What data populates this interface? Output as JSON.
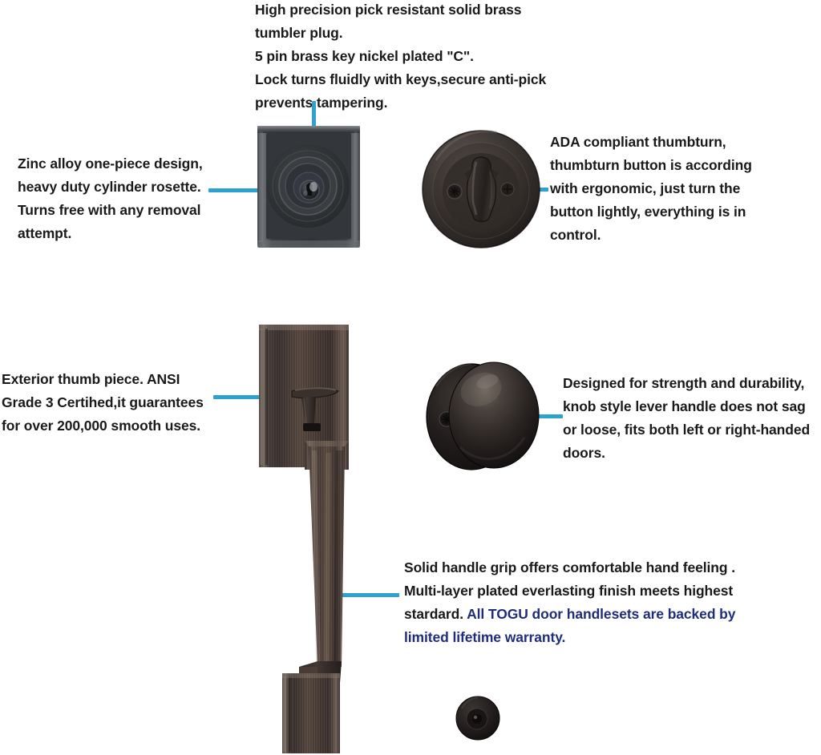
{
  "page": {
    "title": "TOGU door handleset product feature callouts",
    "background_color": "#ffffff",
    "callout_line_color": "#2DA0D4",
    "body_text_color": "#1a1a1a",
    "highlight_text_color": "#1F2D7B"
  },
  "callouts": {
    "cylinder_top": {
      "text": "High precision pick resistant solid brass tumbler plug. 5 pin brass key nickel plated \"C\". Lock turns fluidly with keys,secure anti-pick prevents tampering.",
      "lines": [
        "High precision pick resistant solid brass",
        "tumbler plug.",
        "5 pin brass key nickel plated \"C\".",
        "Lock turns fluidly with keys,secure anti-pick",
        "prevents tampering."
      ]
    },
    "rosette": {
      "text": "Zinc alloy one-piece design, heavy duty cylinder rosette. Turns free with any removal attempt.",
      "lines": [
        "Zinc alloy one-piece design,",
        "heavy duty cylinder rosette.",
        "Turns free with any removal",
        "attempt."
      ]
    },
    "thumbturn": {
      "text": "ADA compliant thumbturn, thumbturn button is according with ergonomic, just turn the button lightly, everything is in control.",
      "lines": [
        "ADA compliant thumbturn,",
        "thumbturn button is according",
        "with ergonomic, just turn the",
        "button lightly, everything is in",
        "control."
      ]
    },
    "thumb_piece": {
      "text": "Exterior thumb piece. ANSI Grade 3 Certihed,it guarantees for over 200,000 smooth uses.",
      "lines": [
        "Exterior thumb piece. ANSI",
        "Grade 3 Certihed,it guarantees",
        "for over 200,000 smooth uses."
      ]
    },
    "knob": {
      "text": "Designed for strength and durability, knob style lever handle does not sag or loose, fits both left or right-handed doors.",
      "lines": [
        "Designed for strength and durability,",
        "knob style lever handle does not sag",
        "or loose, fits both left or right-handed",
        "doors."
      ]
    },
    "grip": {
      "plain_part": "Solid handle grip offers comfortable hand feeling . Multi-layer plated everlasting finish meets highest stardard. ",
      "highlight_part": "All TOGU door handlesets are backed by limited lifetime warranty.",
      "lines": [
        "Solid handle grip offers comfortable hand feeling .",
        "Multi-layer plated everlasting finish meets highest",
        "stardard.  All TOGU door handlesets are backed by",
        "limited lifetime warranty."
      ]
    }
  },
  "products": {
    "cylinder": {
      "name": "deadbolt key cylinder with rectangular escutcheon plate",
      "finish": "oil rubbed bronze"
    },
    "thumbturn": {
      "name": "interior thumbturn on round rosette",
      "finish": "oil rubbed bronze"
    },
    "handleset": {
      "name": "exterior handleset with thumb piece and grip",
      "finish": "oil rubbed bronze"
    },
    "knob": {
      "name": "ball style door knob on round rose",
      "finish": "oil rubbed bronze"
    },
    "disc": {
      "name": "round bolt strike component",
      "finish": "oil rubbed bronze"
    }
  }
}
